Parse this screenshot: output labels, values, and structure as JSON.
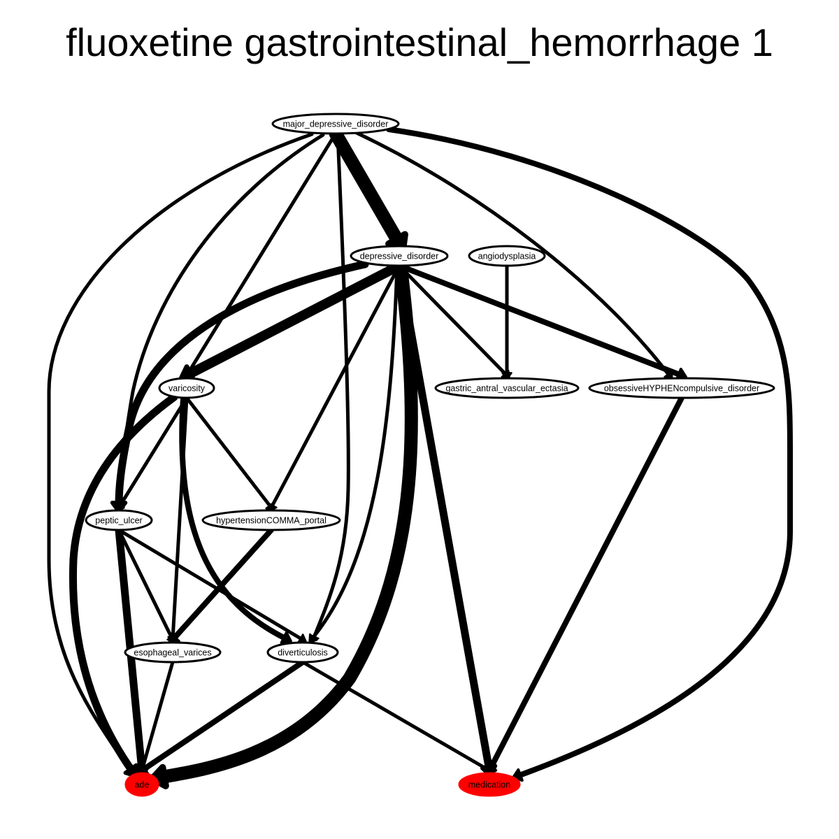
{
  "title": "fluoxetine gastrointestinal_hemorrhage 1",
  "colors": {
    "edge": "#000000",
    "node_stroke": "#000000",
    "node_fill": "#ffffff",
    "highlight": "#ff0000"
  },
  "nodes": [
    {
      "id": "major_depressive_disorder",
      "label": "major_depressive_disorder",
      "highlight": false
    },
    {
      "id": "depressive_disorder",
      "label": "depressive_disorder",
      "highlight": false
    },
    {
      "id": "angiodysplasia",
      "label": "angiodysplasia",
      "highlight": false
    },
    {
      "id": "varicosity",
      "label": "varicosity",
      "highlight": false
    },
    {
      "id": "gastric_antral_vascular_ectasia",
      "label": "gastric_antral_vascular_ectasia",
      "highlight": false
    },
    {
      "id": "obsessive_compulsive_disorder",
      "label": "obsessiveHYPHENcompulsive_disorder",
      "highlight": false
    },
    {
      "id": "peptic_ulcer",
      "label": "peptic_ulcer",
      "highlight": false
    },
    {
      "id": "hypertension_portal",
      "label": "hypertensionCOMMA_portal",
      "highlight": false
    },
    {
      "id": "esophageal_varices",
      "label": "esophageal_varices",
      "highlight": false
    },
    {
      "id": "diverticulosis",
      "label": "diverticulosis",
      "highlight": false
    },
    {
      "id": "ade",
      "label": "ade",
      "highlight": true
    },
    {
      "id": "medication",
      "label": "medication",
      "highlight": true
    }
  ],
  "edges": [
    {
      "from": "major_depressive_disorder",
      "to": "depressive_disorder",
      "weight": 5
    },
    {
      "from": "major_depressive_disorder",
      "to": "varicosity",
      "weight": 1
    },
    {
      "from": "major_depressive_disorder",
      "to": "peptic_ulcer",
      "weight": 1
    },
    {
      "from": "major_depressive_disorder",
      "to": "diverticulosis",
      "weight": 1
    },
    {
      "from": "major_depressive_disorder",
      "to": "obsessive_compulsive_disorder",
      "weight": 1
    },
    {
      "from": "major_depressive_disorder",
      "to": "ade",
      "weight": 1
    },
    {
      "from": "major_depressive_disorder",
      "to": "medication",
      "weight": 2
    },
    {
      "from": "depressive_disorder",
      "to": "varicosity",
      "weight": 4
    },
    {
      "from": "depressive_disorder",
      "to": "peptic_ulcer",
      "weight": 3
    },
    {
      "from": "depressive_disorder",
      "to": "hypertension_portal",
      "weight": 1
    },
    {
      "from": "depressive_disorder",
      "to": "diverticulosis",
      "weight": 1
    },
    {
      "from": "depressive_disorder",
      "to": "gastric_antral_vascular_ectasia",
      "weight": 1
    },
    {
      "from": "depressive_disorder",
      "to": "obsessive_compulsive_disorder",
      "weight": 2
    },
    {
      "from": "depressive_disorder",
      "to": "ade",
      "weight": 5
    },
    {
      "from": "depressive_disorder",
      "to": "medication",
      "weight": 3
    },
    {
      "from": "angiodysplasia",
      "to": "gastric_antral_vascular_ectasia",
      "weight": 1
    },
    {
      "from": "varicosity",
      "to": "peptic_ulcer",
      "weight": 1
    },
    {
      "from": "varicosity",
      "to": "hypertension_portal",
      "weight": 1
    },
    {
      "from": "varicosity",
      "to": "esophageal_varices",
      "weight": 1
    },
    {
      "from": "varicosity",
      "to": "diverticulosis",
      "weight": 2
    },
    {
      "from": "varicosity",
      "to": "ade",
      "weight": 3
    },
    {
      "from": "peptic_ulcer",
      "to": "esophageal_varices",
      "weight": 1
    },
    {
      "from": "peptic_ulcer",
      "to": "diverticulosis",
      "weight": 1
    },
    {
      "from": "peptic_ulcer",
      "to": "ade",
      "weight": 3
    },
    {
      "from": "hypertension_portal",
      "to": "esophageal_varices",
      "weight": 2
    },
    {
      "from": "esophageal_varices",
      "to": "ade",
      "weight": 1
    },
    {
      "from": "diverticulosis",
      "to": "ade",
      "weight": 2
    },
    {
      "from": "diverticulosis",
      "to": "medication",
      "weight": 1
    },
    {
      "from": "obsessive_compulsive_disorder",
      "to": "medication",
      "weight": 2
    }
  ]
}
